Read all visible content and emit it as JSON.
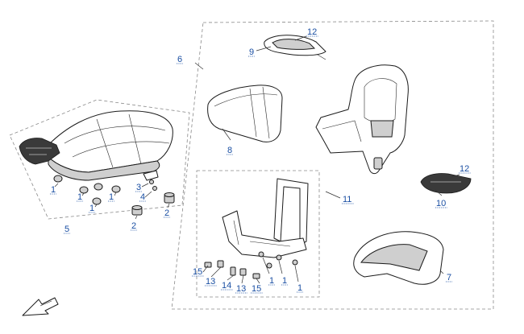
{
  "diagram": {
    "callouts": {
      "c1a": "1",
      "c1b": "1",
      "c1c": "1",
      "c1d": "1",
      "c1e": "1",
      "c1f": "1",
      "c1g": "1",
      "c2a": "2",
      "c2b": "2",
      "c3": "3",
      "c4": "4",
      "c5": "5",
      "c6": "6",
      "c7": "7",
      "c8": "8",
      "c9": "9",
      "c10": "10",
      "c11": "11",
      "c12a": "12",
      "c12b": "12",
      "c13a": "13",
      "c13b": "13",
      "c14": "14",
      "c15a": "15",
      "c15b": "15"
    },
    "colors": {
      "callout": "#1a4fa3",
      "frame": "#8a8a8a",
      "line": "#1b1b1b"
    }
  }
}
